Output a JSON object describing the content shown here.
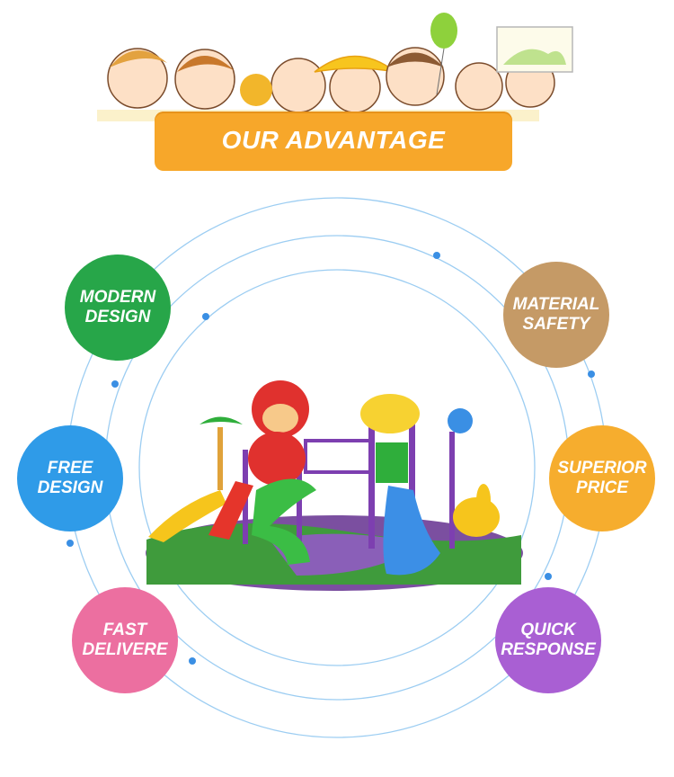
{
  "banner": {
    "title": "OUR ADVANTAGE"
  },
  "features": [
    {
      "label": "MODERN\nDESIGN",
      "color": "#27a649"
    },
    {
      "label": "FREE\nDESIGN",
      "color": "#2f9be8"
    },
    {
      "label": "FAST\nDELIVERE",
      "color": "#ec6fa0"
    },
    {
      "label": "MATERIAL\nSAFETY",
      "color": "#c59a66"
    },
    {
      "label": "SUPERIOR\nPRICE",
      "color": "#f6ad2e"
    },
    {
      "label": "QUICK\nRESPONSE",
      "color": "#a95fd3"
    }
  ],
  "colors": {
    "ring": "#8fc7f2",
    "dot": "#3a8fe4",
    "banner": "#f7a72a"
  }
}
